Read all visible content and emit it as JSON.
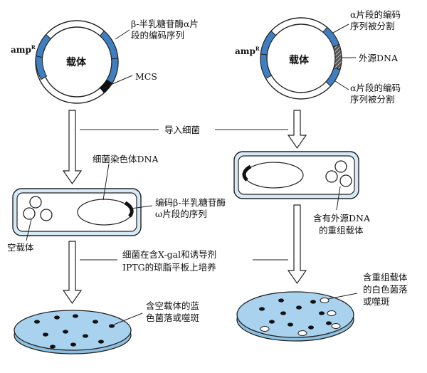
{
  "left_plasmid": {
    "amp_label": "amp",
    "amp_sup": "R",
    "center_label": "载体",
    "lacz_label_line1": "β-半乳糖苷酶α片",
    "lacz_label_line2": "段的编码序列",
    "mcs_label": "MCS"
  },
  "right_plasmid": {
    "amp_label": "amp",
    "amp_sup": "R",
    "center_label": "载体",
    "split_top_line1": "α片段的编码",
    "split_top_line2": "序列被分割",
    "foreign_dna_label": "外源DNA",
    "split_bottom_line1": "α片段的编码",
    "split_bottom_line2": "序列被分割"
  },
  "step_transform": "导入细菌",
  "left_bacterium": {
    "chromosome_label": "细菌染色体DNA",
    "omega_line1": "编码β-半乳糖苷酶",
    "omega_line2": "ω片段的序列",
    "empty_vector_label": "空载体"
  },
  "right_bacterium": {
    "recombinant_line1": "含有外源DNA",
    "recombinant_line2": "的重组载体"
  },
  "step_plate_line1": "细菌在含X-gal和诱导剂",
  "step_plate_line2": "IPTG的琼脂平板上培养",
  "left_plate": {
    "label_line1": "含空载体的蓝",
    "label_line2": "色菌落或噬斑"
  },
  "right_plate": {
    "label_line1": "含重组载体",
    "label_line2": "的白色菌落",
    "label_line3": "或噬斑"
  },
  "colors": {
    "segment_blue": "#3f7fc1",
    "plate_blue": "#a9d2ee",
    "cell_fill": "#d6e9f6"
  }
}
